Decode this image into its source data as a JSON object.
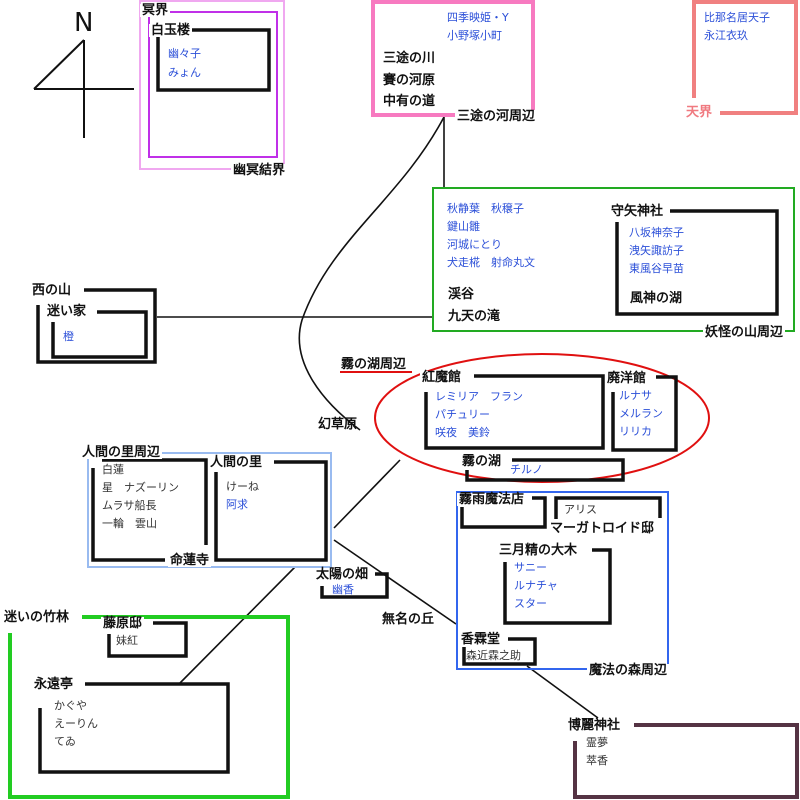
{
  "compass": {
    "label": "N"
  },
  "regions": {
    "meikai": {
      "title": "冥界",
      "sub": "白玉楼",
      "residents": [
        "幽々子",
        "みょん"
      ],
      "boundary": "幽冥結界",
      "color_outer": "#f0a8f0",
      "color_inner": "#c030e8"
    },
    "sanzu": {
      "residents": [
        "四季映姫・Y",
        "小野塚小町"
      ],
      "places": [
        "三途の川",
        "賽の河原",
        "中有の道"
      ],
      "area": "三途の河周辺",
      "color": "#f77ac0"
    },
    "tenkai": {
      "residents": [
        "比那名居天子",
        "永江衣玖"
      ],
      "title": "天界",
      "color": "#f08080"
    },
    "youkai_mountain": {
      "residents": [
        "秋静葉　秋穣子",
        "鍵山雛",
        "河城にとり",
        "犬走椛　射命丸文"
      ],
      "places": [
        "渓谷",
        "九天の滝"
      ],
      "shrine": "守矢神社",
      "shrine_residents": [
        "八坂神奈子",
        "洩矢諏訪子",
        "東風谷早苗"
      ],
      "lake": "風神の湖",
      "area": "妖怪の山周辺",
      "color": "#22aa22"
    },
    "west_mountain": {
      "title": "西の山",
      "sub": "迷い家",
      "residents": [
        "橙"
      ]
    },
    "misty_lake": {
      "area": "霧の湖周辺",
      "sdm": "紅魔館",
      "sdm_residents": [
        "レミリア　フラン",
        "パチュリー",
        "咲夜　美鈴"
      ],
      "haiyoukan": "廃洋館",
      "haiyoukan_residents": [
        "ルナサ",
        "メルラン",
        "リリカ"
      ],
      "lake": "霧の湖",
      "lake_residents": [
        "チルノ"
      ],
      "color": "#e01010"
    },
    "genso": {
      "label": "幻草原"
    },
    "village": {
      "area": "人間の里周辺",
      "temple_residents": [
        "白蓮",
        "星　ナズーリン",
        "ムラサ船長",
        "一輪　雲山"
      ],
      "temple": "命蓮寺",
      "village": "人間の里",
      "village_residents": [
        "けーね",
        "阿求"
      ],
      "color": "#99bbf0"
    },
    "sunflower": {
      "title": "太陽の畑",
      "residents": [
        "幽香"
      ]
    },
    "nameless_hill": {
      "label": "無名の丘"
    },
    "forest": {
      "shop": "霧雨魔法店",
      "alice_resident": "アリス",
      "alice_house": "マーガトロイド邸",
      "tree": "三月精の大木",
      "tree_residents": [
        "サニー",
        "ルナチャ",
        "スター"
      ],
      "kourindou": "香霖堂",
      "kourindou_resident": "森近霖之助",
      "area": "魔法の森周辺",
      "color": "#3366ee"
    },
    "bamboo": {
      "area": "迷いの竹林",
      "fujiwara": "藤原邸",
      "fujiwara_resident": "妹紅",
      "eientei": "永遠亭",
      "eientei_residents": [
        "かぐや",
        "えーりん",
        "てゐ"
      ],
      "color": "#22cc22"
    },
    "hakurei": {
      "title": "博麗神社",
      "residents": [
        "霊夢",
        "萃香"
      ],
      "color": "#553344"
    }
  }
}
